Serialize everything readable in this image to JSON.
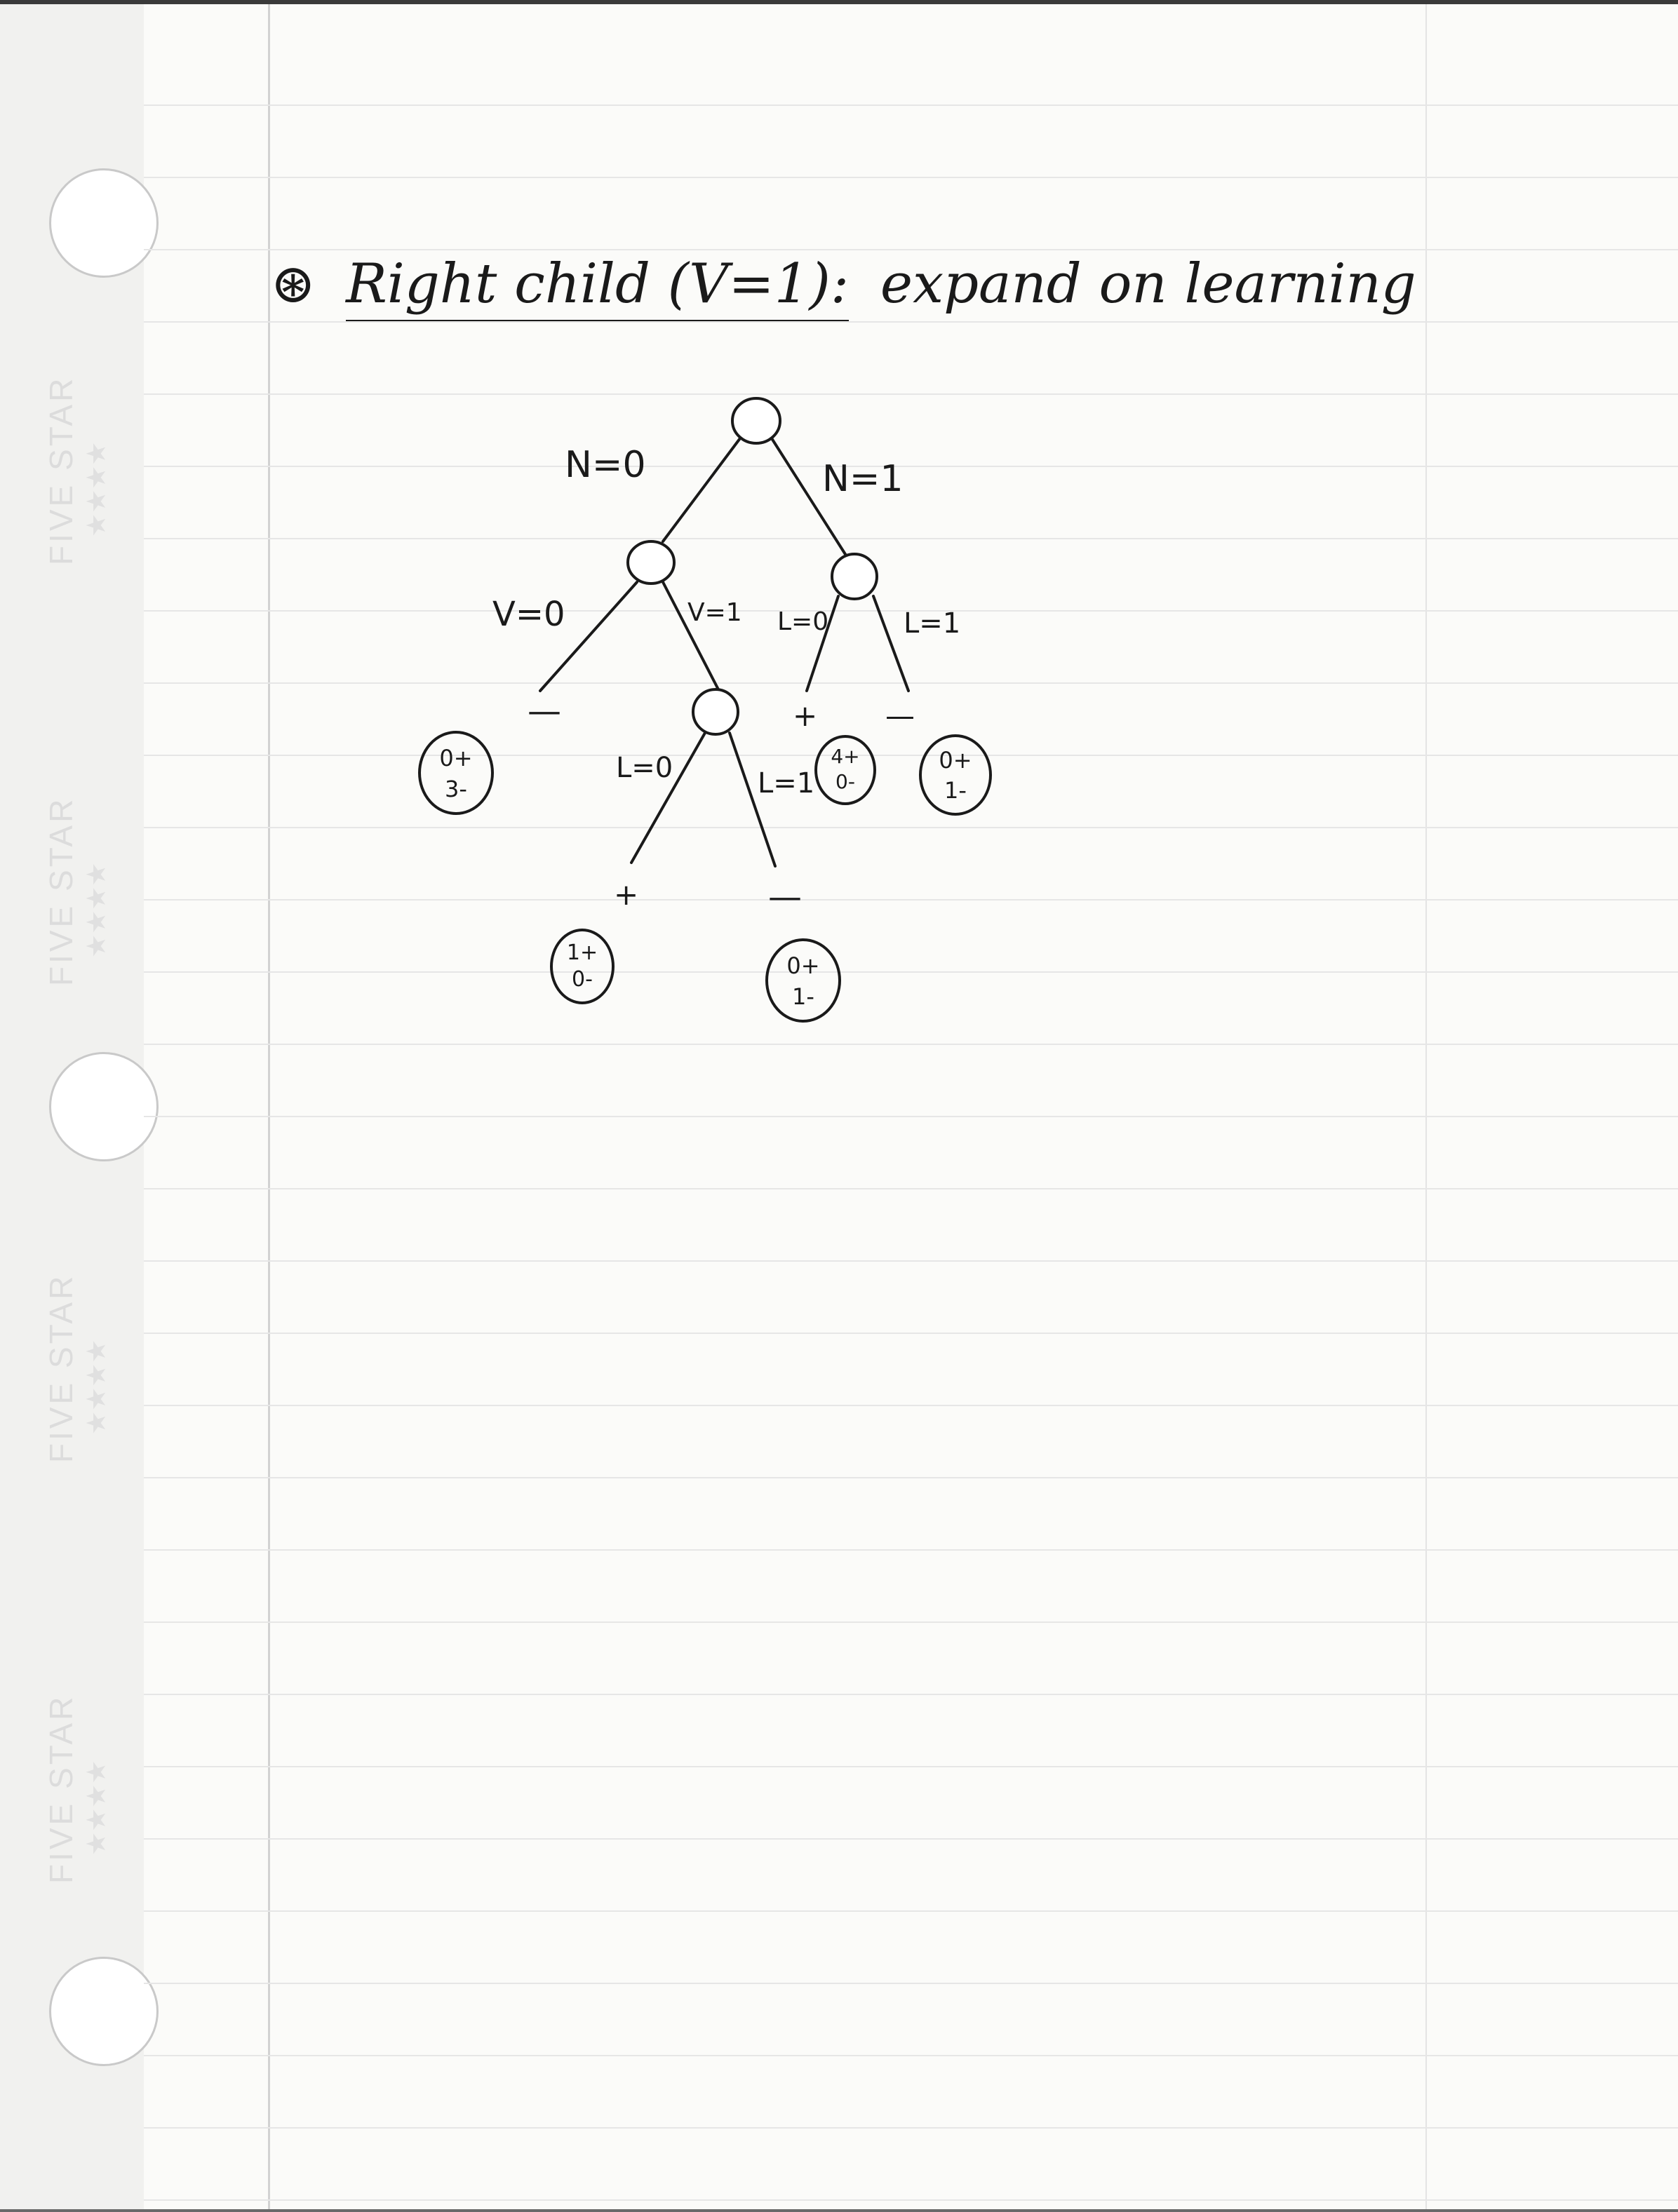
{
  "paper": {
    "brand": "FIVE STAR",
    "stars": "★★★★"
  },
  "heading": {
    "bullet": "⊛",
    "underlined": "Right child (V=1):",
    "rest": "expand on learning"
  },
  "tree": {
    "root": {
      "left_edge_label": "N=0",
      "right_edge_label": "N=1"
    },
    "n0_node": {
      "left_edge_label": "V=0",
      "right_edge_label": "V=1",
      "left_leaf": {
        "sign": "—",
        "count_pos": "0+",
        "count_neg": "3-"
      }
    },
    "v1_node": {
      "left_edge_label": "L=0",
      "right_edge_label": "L=1",
      "left_leaf": {
        "sign": "+",
        "count_pos": "1+",
        "count_neg": "0-"
      },
      "right_leaf": {
        "sign": "—",
        "count_pos": "0+",
        "count_neg": "1-"
      }
    },
    "n1_node": {
      "left_edge_label": "L=0",
      "right_edge_label": "L=1",
      "left_leaf": {
        "sign": "+",
        "count_pos": "4+",
        "count_neg": "0-"
      },
      "right_leaf": {
        "sign": "—",
        "count_pos": "0+",
        "count_neg": "1-"
      }
    }
  }
}
